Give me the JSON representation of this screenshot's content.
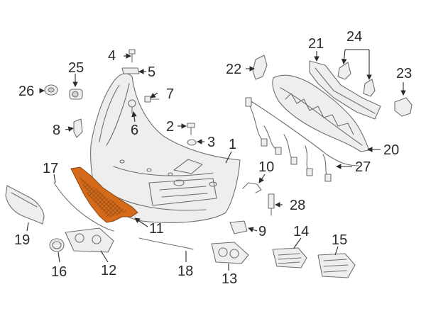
{
  "callouts": [
    "1",
    "2",
    "3",
    "4",
    "5",
    "6",
    "7",
    "8",
    "9",
    "10",
    "11",
    "12",
    "13",
    "14",
    "15",
    "16",
    "17",
    "18",
    "19",
    "20",
    "21",
    "22",
    "23",
    "24",
    "25",
    "26",
    "27",
    "28"
  ],
  "colors": {
    "highlight_part": "#d46a1a",
    "line": "#6f6f6f",
    "text": "#2b2b2b",
    "background": "#ffffff"
  },
  "highlighted_callout": "11"
}
